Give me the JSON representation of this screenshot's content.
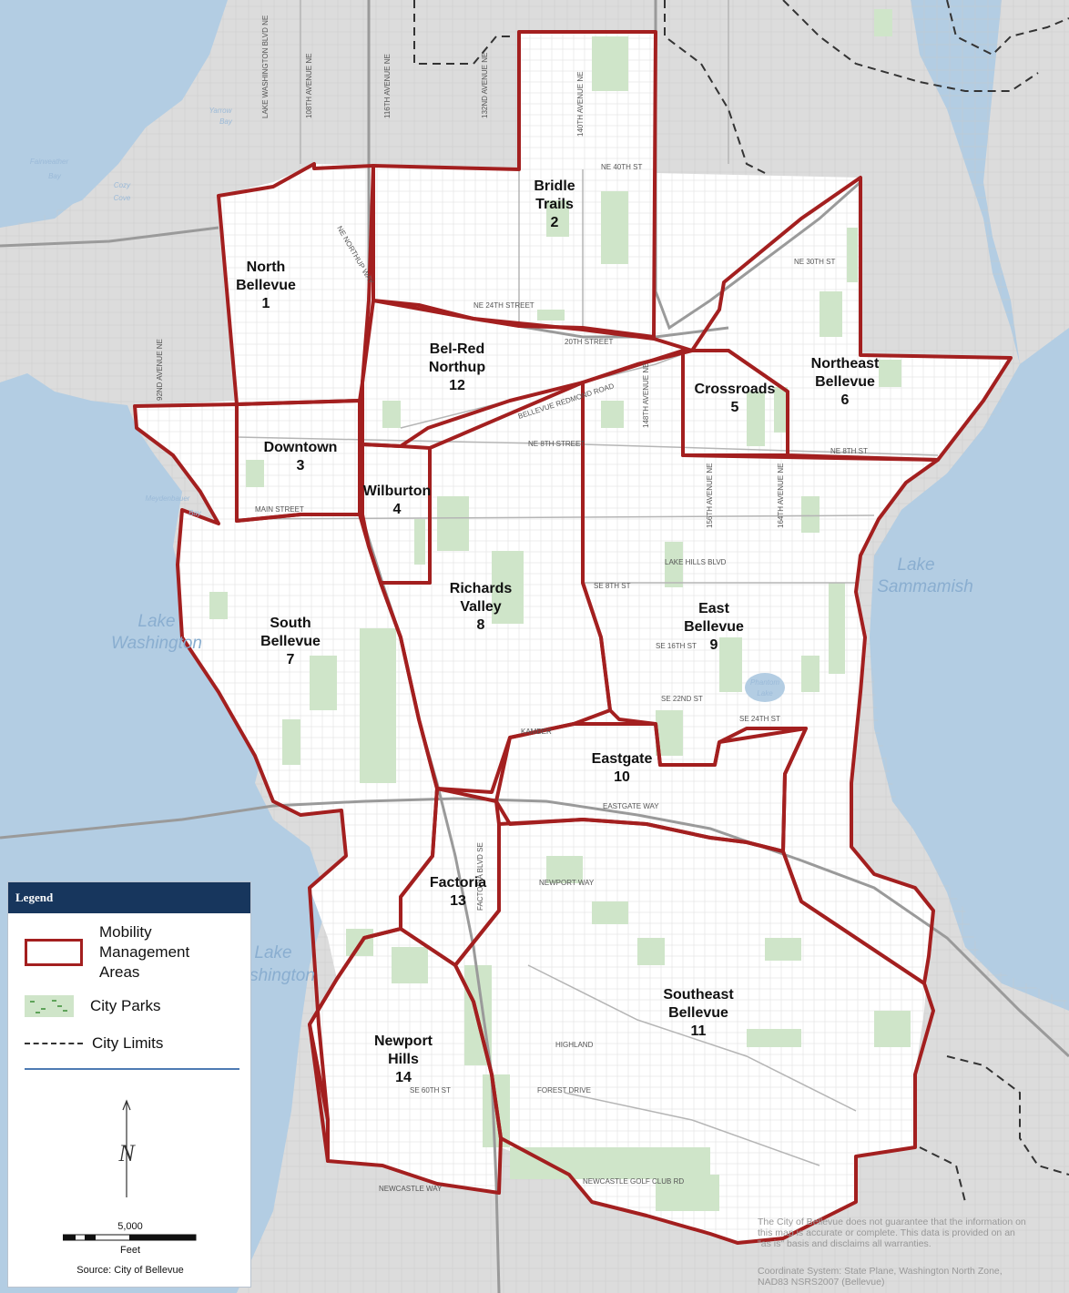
{
  "areas": [
    {
      "id": 1,
      "name_lines": [
        "North",
        "Bellevue"
      ],
      "number": "1"
    },
    {
      "id": 2,
      "name_lines": [
        "Bridle",
        "Trails"
      ],
      "number": "2"
    },
    {
      "id": 3,
      "name_lines": [
        "Downtown"
      ],
      "number": "3"
    },
    {
      "id": 4,
      "name_lines": [
        "Wilburton"
      ],
      "number": "4"
    },
    {
      "id": 5,
      "name_lines": [
        "Crossroads"
      ],
      "number": "5"
    },
    {
      "id": 6,
      "name_lines": [
        "Northeast",
        "Bellevue"
      ],
      "number": "6"
    },
    {
      "id": 7,
      "name_lines": [
        "South",
        "Bellevue"
      ],
      "number": "7"
    },
    {
      "id": 8,
      "name_lines": [
        "Richards",
        "Valley"
      ],
      "number": "8"
    },
    {
      "id": 9,
      "name_lines": [
        "East",
        "Bellevue"
      ],
      "number": "9"
    },
    {
      "id": 10,
      "name_lines": [
        "Eastgate"
      ],
      "number": "10"
    },
    {
      "id": 11,
      "name_lines": [
        "Southeast",
        "Bellevue"
      ],
      "number": "11"
    },
    {
      "id": 12,
      "name_lines": [
        "Bel-Red",
        "Northup"
      ],
      "number": "12"
    },
    {
      "id": 13,
      "name_lines": [
        "Factoria"
      ],
      "number": "13"
    },
    {
      "id": 14,
      "name_lines": [
        "Newport",
        "Hills"
      ],
      "number": "14"
    }
  ],
  "water": {
    "lake_washington": [
      "Lake",
      "Washington"
    ],
    "lake_washington_south": [
      "Lake",
      "shington"
    ],
    "lake_sammamish": [
      "Lake",
      "Sammamish"
    ],
    "yarrow_bay": [
      "Yarrow",
      "Bay"
    ],
    "fairweather_bay": [
      "Fairweather",
      "Bay"
    ],
    "cozy_cove": [
      "Cozy",
      "Cove"
    ],
    "meydenbauer_bay": [
      "Meydenbauer",
      "Bay"
    ],
    "phantom_lake": [
      "Phantom",
      "Lake"
    ]
  },
  "streets": {
    "ne_40th": "NE 40TH ST",
    "ne_24th": "NE 24TH STREET",
    "ne_20th": "20TH STREET",
    "ne_8th": "NE 8TH STREET",
    "main": "MAIN STREET",
    "ne_8th_east": "NE 8TH ST",
    "ne_30th": "NE 30TH ST",
    "se_8th": "SE 8TH ST",
    "se_16th": "SE 16TH ST",
    "se_22nd": "SE 22ND ST",
    "se_24th": "SE 24TH ST",
    "kamber": "KAMBER",
    "eastgate_way": "EASTGATE WAY",
    "newport_way": "NEWPORT WAY",
    "newcastle_way": "NEWCASTLE WAY",
    "factoria_blvd": "FACTORIA BLVD SE",
    "bellevue_redmond": "BELLEVUE REDMOND ROAD",
    "lake_hills": "LAKE HILLS BLVD",
    "highland": "HIGHLAND",
    "forest_drive": "FOREST DRIVE",
    "se_60th": "SE 60TH ST",
    "newcastle_golf": "NEWCASTLE GOLF CLUB RD",
    "lake_wash_blvd": "LAKE WASHINGTON BLVD NE",
    "ave_140th": "140TH AVENUE NE",
    "ave_132nd": "132ND AVENUE NE",
    "ave_116th": "116TH AVENUE NE",
    "ave_108th": "108TH AVENUE NE",
    "ave_92nd": "92ND AVENUE NE",
    "ave_156th": "156TH AVENUE NE",
    "ave_164th": "164TH AVENUE NE",
    "ave_148th": "148TH AVENUE NE",
    "northup_way": "NE NORTHUP WAY"
  },
  "legend": {
    "title": "Legend",
    "mma_lines": [
      "Mobility",
      "Management",
      "Areas"
    ],
    "parks": "City Parks",
    "limits": "City Limits",
    "scale_value": "5,000",
    "scale_unit": "Feet",
    "north": "N",
    "source": "Source: City of Bellevue"
  },
  "disclaimer": {
    "lines": [
      "The City of Bellevue does not guarantee that the information on",
      "this map is accurate or complete. This data is provided on an",
      "\"as is\" basis and disclaims all warranties."
    ],
    "coord_lines": [
      "Coordinate System:  State Plane, Washington North Zone,",
      "NAD83 NSRS2007 (Bellevue)"
    ]
  },
  "colors": {
    "boundary": "#a31f1f",
    "water": "#b3cde3",
    "land": "#dcdcdc",
    "city_land": "#ffffff",
    "park": "#cfe5c9",
    "legend_header": "#17365d"
  }
}
